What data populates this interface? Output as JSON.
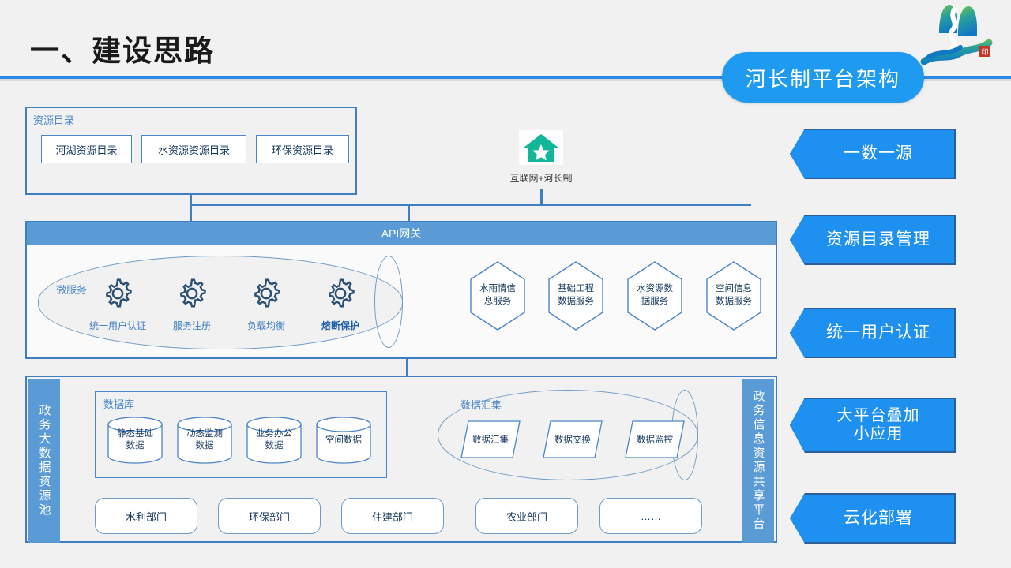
{
  "header": {
    "title": "一、建设思路",
    "badge": "河长制平台架构",
    "logo_icon": "mountain-river-logo"
  },
  "resource_catalog": {
    "caption": "资源目录",
    "items": [
      "河湖资源目录",
      "水资源资源目录",
      "环保资源目录"
    ]
  },
  "internet": {
    "icon": "house-star-icon",
    "label": "互联网+河长制"
  },
  "api_gateway": {
    "header": "API网关",
    "microservice": {
      "caption": "微服务",
      "items": [
        {
          "label": "统一用户认证",
          "icon": "gear-icon",
          "bold": false
        },
        {
          "label": "服务注册",
          "icon": "gear-icon",
          "bold": false
        },
        {
          "label": "负载均衡",
          "icon": "gear-icon",
          "bold": false
        },
        {
          "label": "熔断保护",
          "icon": "gear-icon",
          "bold": true
        }
      ]
    },
    "services": [
      {
        "line1": "水雨情信",
        "line2": "息服务"
      },
      {
        "line1": "基础工程",
        "line2": "数据服务"
      },
      {
        "line1": "水资源数",
        "line2": "据服务"
      },
      {
        "line1": "空间信息",
        "line2": "数据服务"
      }
    ]
  },
  "data_block": {
    "left_bar": "政务大数据资源池",
    "right_bar": "政务信息资源共享平台",
    "database": {
      "caption": "数据库",
      "items": [
        {
          "line1": "静态基础",
          "line2": "数据"
        },
        {
          "line1": "动态监测",
          "line2": "数据"
        },
        {
          "line1": "业务办公",
          "line2": "数据"
        },
        {
          "line1": "空间数据",
          "line2": ""
        }
      ]
    },
    "aggregation": {
      "caption": "数据汇集",
      "items": [
        "数据汇集",
        "数据交换",
        "数据监控"
      ]
    },
    "departments": [
      "水利部门",
      "环保部门",
      "住建部门",
      "农业部门",
      "……"
    ]
  },
  "principles": [
    {
      "line1": "一数一源",
      "line2": ""
    },
    {
      "line1": "资源目录管理",
      "line2": ""
    },
    {
      "line1": "统一用户认证",
      "line2": ""
    },
    {
      "line1": "大平台叠加",
      "line2": "小应用"
    },
    {
      "line1": "云化部署",
      "line2": ""
    }
  ],
  "colors": {
    "accent_blue": "#1e90f0",
    "panel_border": "#3f7fc1",
    "header_bar": "#5b9bd5",
    "rule": "#2a8ae4",
    "logo_green": "#5cb85c",
    "logo_teal": "#1b8fb0",
    "house_green": "#12b79a",
    "seal_red": "#c0392b"
  }
}
